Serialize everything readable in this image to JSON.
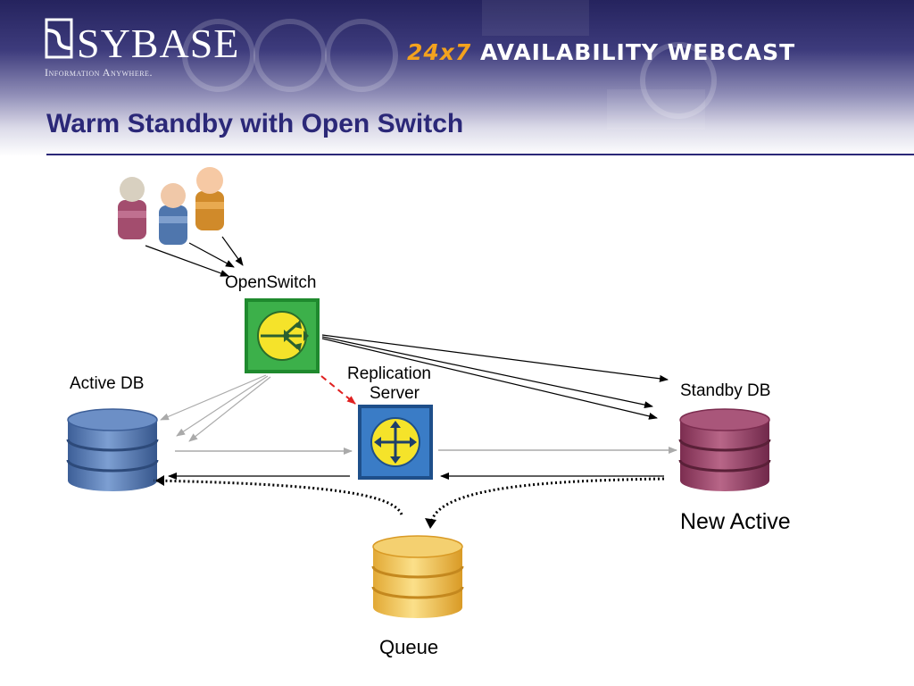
{
  "header": {
    "logo_text": "SYBASE",
    "tagline": "Information Anywhere.",
    "webcast_prefix": "24x7",
    "webcast_suffix": "AVAILABILITY WEBCAST"
  },
  "slide": {
    "title": "Warm Standby with Open Switch"
  },
  "diagram": {
    "nodes": {
      "openswitch": {
        "label": "OpenSwitch",
        "icon": "router-icon",
        "color": "#3aa43a"
      },
      "active_db": {
        "label": "Active DB",
        "icon": "database-icon",
        "color": "#4a72b0"
      },
      "replication": {
        "label_line1": "Replication",
        "label_line2": "Server",
        "icon": "switch-icon",
        "color": "#2f6fb0"
      },
      "standby_db": {
        "label": "Standby DB",
        "icon": "database-icon",
        "color": "#9b3f66"
      },
      "queue": {
        "label": "Queue",
        "icon": "database-icon",
        "color": "#f0c24a"
      }
    },
    "status_caption": "New Active",
    "users": [
      "user-icon",
      "user-icon",
      "user-icon"
    ]
  }
}
